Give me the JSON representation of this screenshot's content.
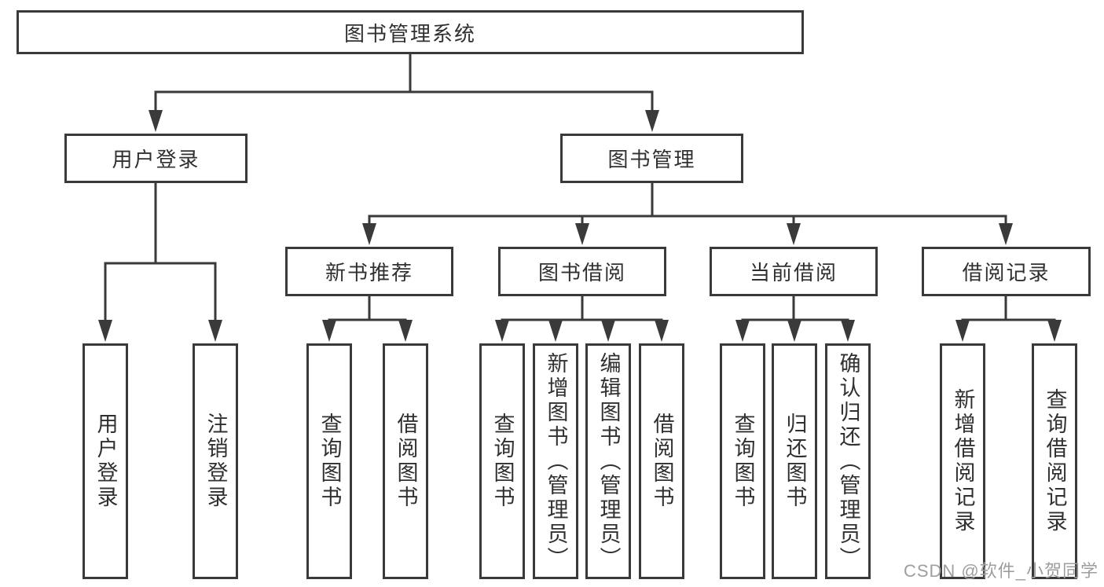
{
  "nodes": {
    "root": {
      "label": "图书管理系统"
    },
    "level2": [
      {
        "label": "用户登录"
      },
      {
        "label": "图书管理"
      }
    ],
    "level3": [
      {
        "label": "新书推荐",
        "parent": "图书管理"
      },
      {
        "label": "图书借阅",
        "parent": "图书管理"
      },
      {
        "label": "当前借阅",
        "parent": "图书管理"
      },
      {
        "label": "借阅记录",
        "parent": "图书管理"
      }
    ],
    "leaves": [
      {
        "label": "用户登录",
        "parent": "用户登录"
      },
      {
        "label": "注销登录",
        "parent": "用户登录"
      },
      {
        "label": "查询图书",
        "parent": "新书推荐"
      },
      {
        "label": "借阅图书",
        "parent": "新书推荐"
      },
      {
        "label": "查询图书",
        "parent": "图书借阅"
      },
      {
        "label": "新增图书（管理员）",
        "parent": "图书借阅"
      },
      {
        "label": "编辑图书（管理员）",
        "parent": "图书借阅"
      },
      {
        "label": "借阅图书",
        "parent": "图书借阅"
      },
      {
        "label": "查询图书",
        "parent": "当前借阅"
      },
      {
        "label": "归还图书",
        "parent": "当前借阅"
      },
      {
        "label": "确认归还（管理员）",
        "parent": "当前借阅"
      },
      {
        "label": "新增借阅记录",
        "parent": "借阅记录"
      },
      {
        "label": "查询借阅记录",
        "parent": "借阅记录"
      }
    ]
  },
  "watermark": "CSDN @软件_小贺同学",
  "colors": {
    "line": "#3a3a3a",
    "text": "#303030",
    "watermark": "#9e9e9e",
    "bg": "#ffffff"
  }
}
